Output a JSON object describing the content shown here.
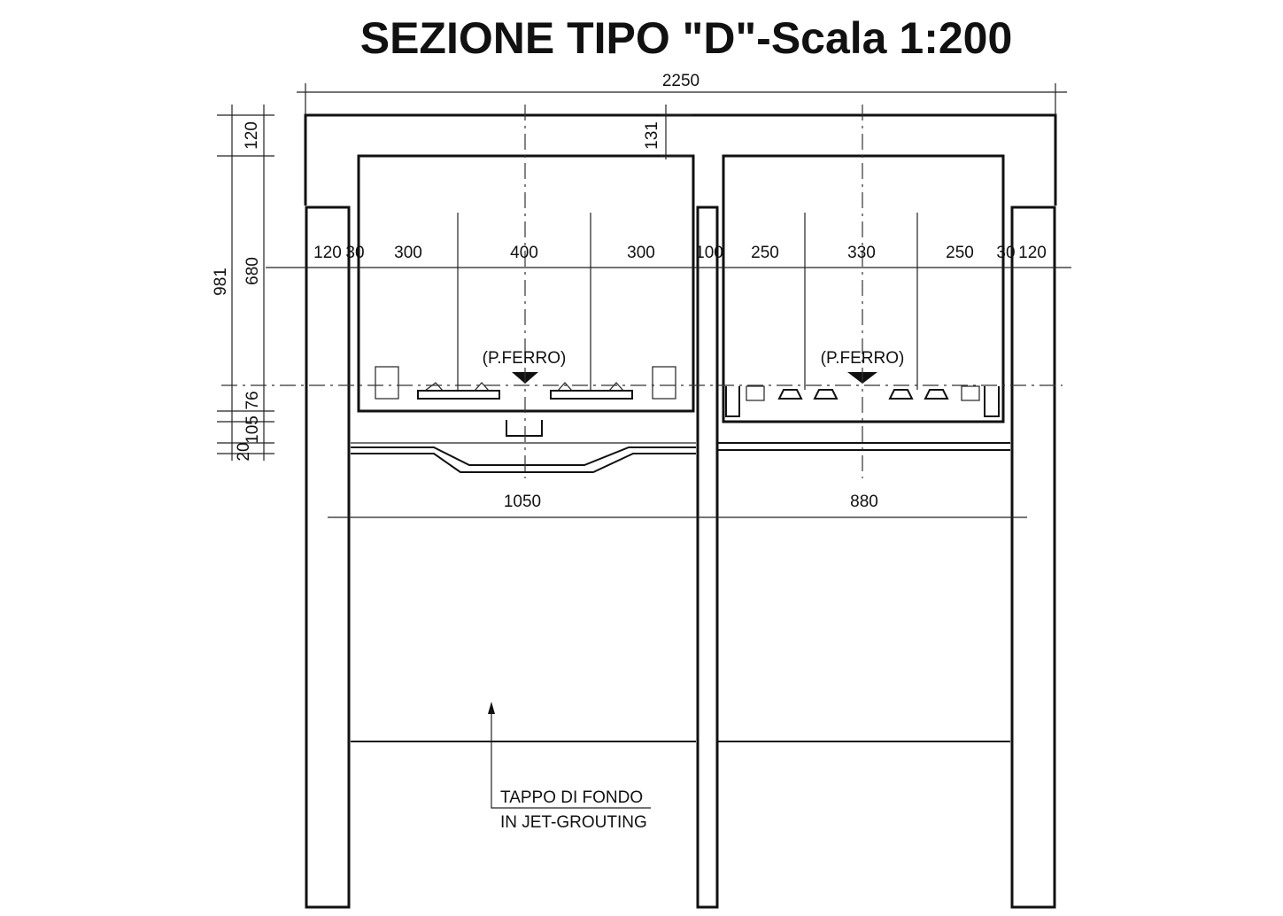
{
  "title": "SEZIONE TIPO \"D\"-Scala 1:200",
  "dimensions": {
    "overall_width": "2250",
    "top_offset": "131",
    "slab_thickness": "120",
    "total_height": "981",
    "inner_height": "680",
    "height_76": "76",
    "height_105": "105",
    "height_20": "20",
    "left_wall": "120",
    "left_gap": "30",
    "left_span_a": "300",
    "left_span_b": "400",
    "left_span_c": "300",
    "middle_wall": "100",
    "right_span_a": "250",
    "right_span_b": "330",
    "right_span_c": "250",
    "right_gap": "30",
    "right_wall": "120",
    "left_clear_width": "1050",
    "right_clear_width": "880"
  },
  "labels": {
    "rail_level_left": "(P.FERRO)",
    "rail_level_right": "(P.FERRO)",
    "plug_line1": "TAPPO DI FONDO",
    "plug_line2": "IN JET-GROUTING"
  }
}
